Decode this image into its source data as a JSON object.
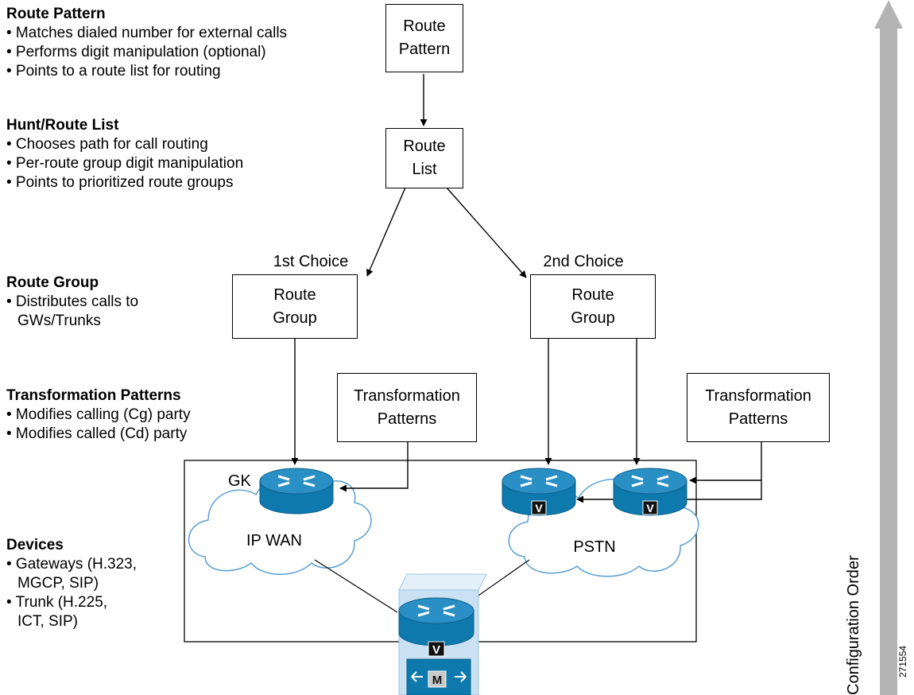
{
  "left_panel": [
    {
      "heading": "Route Pattern",
      "bullets": [
        "• Matches dialed number for external calls",
        "• Performs digit manipulation (optional)",
        "• Points to a route list for routing"
      ]
    },
    {
      "heading": "Hunt/Route List",
      "bullets": [
        "• Chooses path for call routing",
        "• Per-route group digit manipulation",
        "• Points to prioritized route groups"
      ]
    },
    {
      "heading": "Route Group",
      "bullets": [
        "• Distributes calls to",
        "GWs/Trunks"
      ]
    },
    {
      "heading": "Transformation Patterns",
      "bullets": [
        "• Modifies calling (Cg) party",
        "• Modifies called (Cd) party"
      ]
    },
    {
      "heading": "Devices",
      "bullets": [
        "• Gateways (H.323,",
        "MGCP, SIP)",
        "• Trunk (H.225,",
        "ICT, SIP)"
      ]
    }
  ],
  "boxes": {
    "route_pattern": [
      "Route",
      "Pattern"
    ],
    "route_list": [
      "Route",
      "List"
    ],
    "route_group_1": [
      "Route",
      "Group"
    ],
    "route_group_2": [
      "Route",
      "Group"
    ],
    "transformation_1": [
      "Transformation",
      "Patterns"
    ],
    "transformation_2": [
      "Transformation",
      "Patterns"
    ]
  },
  "labels": {
    "first_choice": "1st Choice",
    "second_choice": "2nd Choice",
    "gk": "GK",
    "ip_wan": "IP WAN",
    "pstn": "PSTN",
    "voice_badge": "V",
    "cucm_badge": "M",
    "config_order": "Configuration Order",
    "figure_id": "271554"
  },
  "colors": {
    "router_blue": "#0e79ad",
    "router_top": "#2a8fc4",
    "cloud_stroke": "#5a9fd0",
    "server_bg": "#c9e1f2",
    "arrow_gray": "#b4b4b4"
  }
}
